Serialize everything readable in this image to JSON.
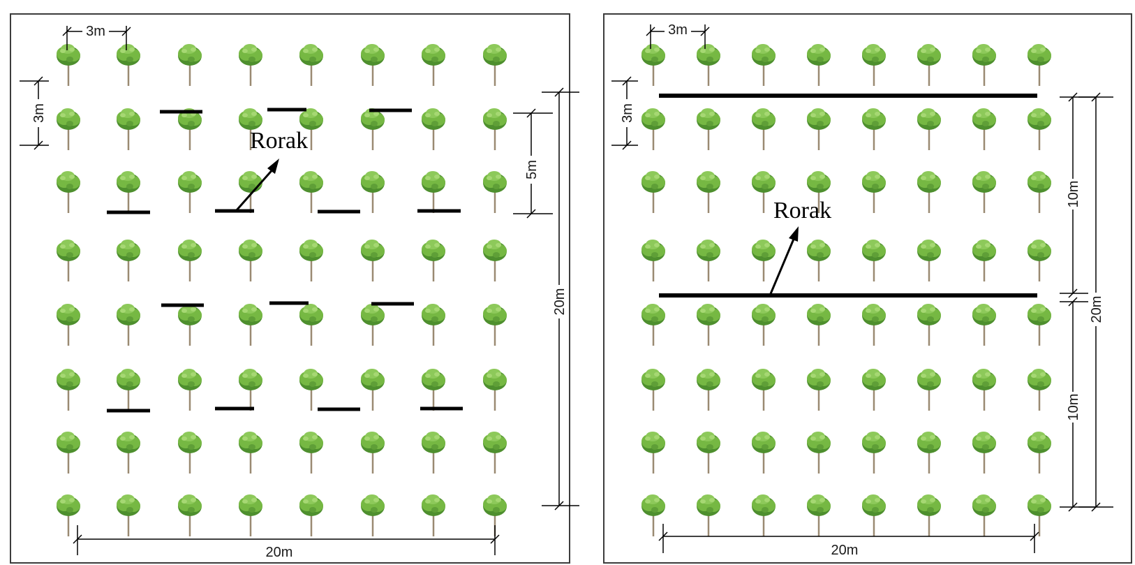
{
  "left_panel": {
    "dims": {
      "spacing_x": "3m",
      "spacing_y": "3m",
      "rorak_gap": "5m",
      "height": "20m",
      "width": "20m"
    },
    "rorak_label": "Rorak"
  },
  "right_panel": {
    "dims": {
      "spacing_x": "3m",
      "spacing_y": "3m",
      "upper_gap": "10m",
      "lower_gap": "10m",
      "height": "20m",
      "width": "20m"
    },
    "rorak_label": "Rorak"
  },
  "colors": {
    "tree_foliage_dark": "#4e8f2e",
    "tree_foliage": "#76b843",
    "tree_foliage_light": "#a6d873",
    "tree_trunk": "#9a8a72",
    "rorak": "#000000",
    "line": "#000000"
  }
}
